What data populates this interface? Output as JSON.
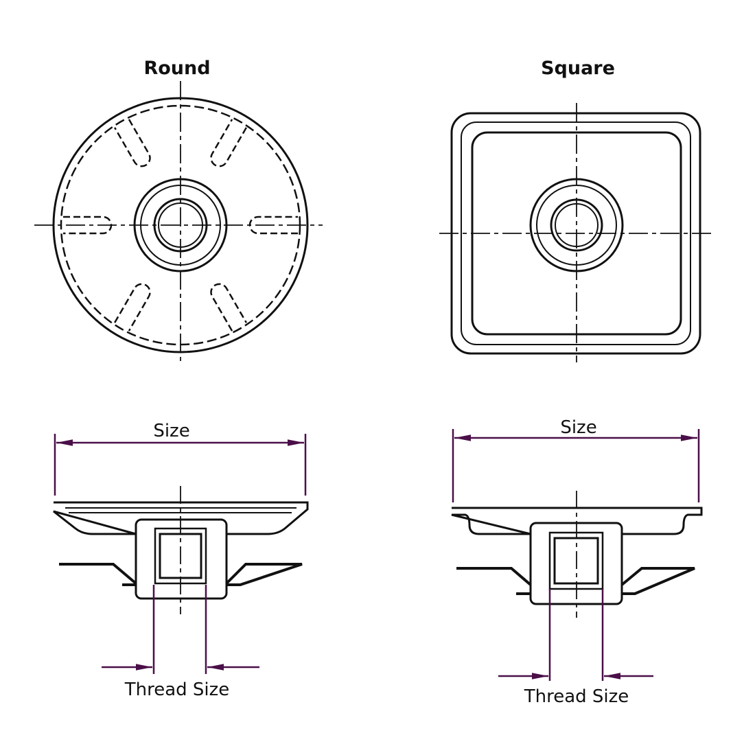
{
  "round": {
    "title": "Round",
    "size_label": "Size",
    "thread_label": "Thread Size"
  },
  "square": {
    "title": "Square",
    "size_label": "Size",
    "thread_label": "Thread Size"
  },
  "colors": {
    "line": "#111111",
    "dimension": "#4a0f48"
  }
}
